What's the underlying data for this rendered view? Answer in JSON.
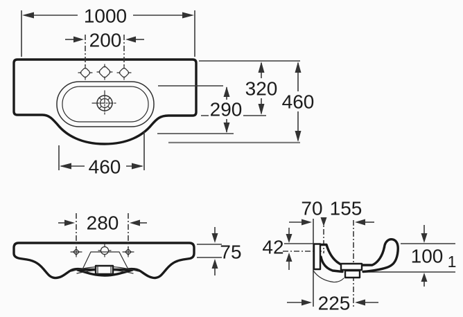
{
  "drawing": {
    "type": "washbasin-dimension-drawing",
    "top_view": {
      "overall_width": "1000",
      "tap_hole_spacing": "200",
      "back_to_front_edge": "320",
      "basin_inner_depth": "290",
      "overall_depth": "460",
      "basin_inner_width": "460"
    },
    "front_view": {
      "fixing_hole_spacing": "280",
      "apron_height": "75"
    },
    "side_view": {
      "wall_to_fixing_hole": "70",
      "fixing_hole_to_outlet": "155",
      "top_to_fixing_hole": "42",
      "rim_to_underside": "100",
      "note_ref": "1",
      "wall_to_outlet": "225"
    }
  }
}
